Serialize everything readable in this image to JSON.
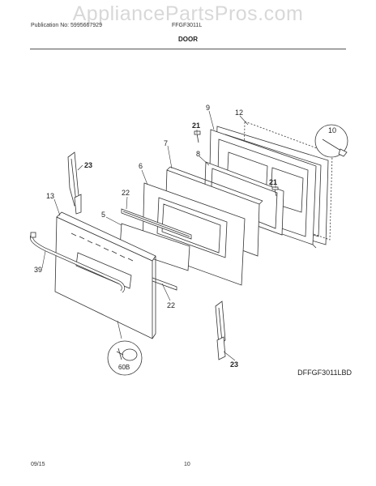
{
  "watermark": "AppliancePartsPros.com",
  "header": {
    "publication": "Publication No: 5995667929",
    "model": "FFGF3011L",
    "section": "DOOR"
  },
  "callouts": {
    "c9": "9",
    "c12": "12",
    "c21a": "21",
    "c21b": "21",
    "c7": "7",
    "c8": "8",
    "c10": "10",
    "c23a": "23",
    "c6": "6",
    "c22a": "22",
    "c13": "13",
    "c5": "5",
    "c39": "39",
    "c22b": "22",
    "c60b": "60B",
    "c23b": "23"
  },
  "diagram_code": "DFFGF3011LBD",
  "footer": {
    "date": "09/15",
    "page": "10"
  }
}
